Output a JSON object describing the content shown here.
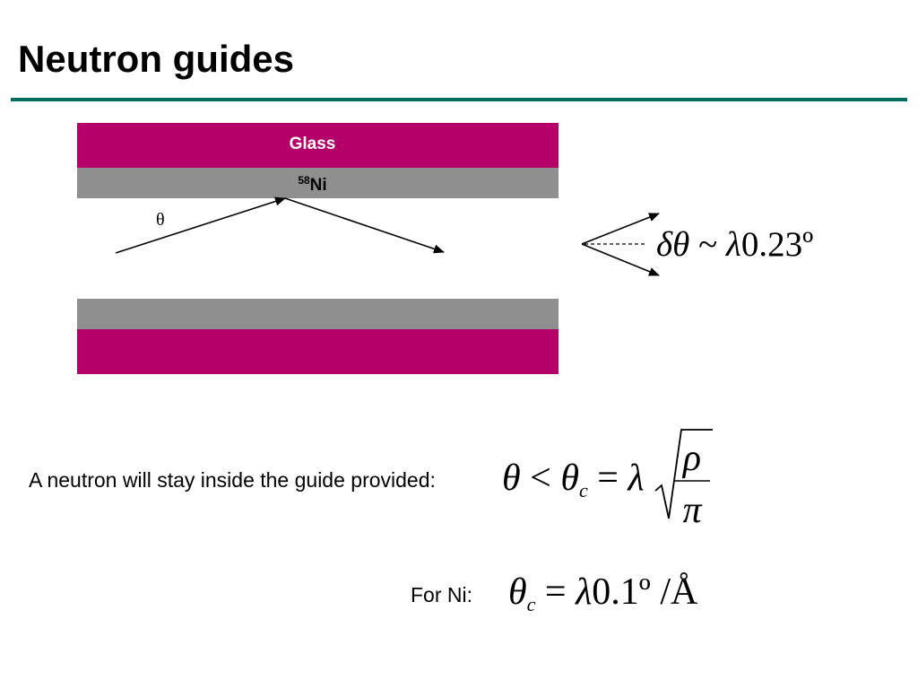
{
  "slide": {
    "title": "Neutron guides",
    "accent_color": "#006b5f"
  },
  "diagram": {
    "glass_label": "Glass",
    "ni_mass_number": "58",
    "ni_symbol": "Ni",
    "angle_label": "θ",
    "glass_color": "#b5006a",
    "nickel_color": "#8f8f8f"
  },
  "divergence": {
    "delta": "δ",
    "theta": "θ",
    "tilde": " ~ ",
    "lambda": "λ",
    "value": "0.23º"
  },
  "condition": {
    "text": "A neutron will stay inside the guide provided:",
    "theta": "θ",
    "less_than": " < ",
    "theta_c": "θ",
    "c_sub": "c",
    "equals": " = ",
    "lambda": "λ",
    "numerator": "ρ",
    "denominator": "π"
  },
  "nickel": {
    "label": "For Ni:",
    "theta": "θ",
    "c_sub": "c",
    "equals": " = ",
    "lambda": "λ",
    "value": "0.1º /Å"
  }
}
